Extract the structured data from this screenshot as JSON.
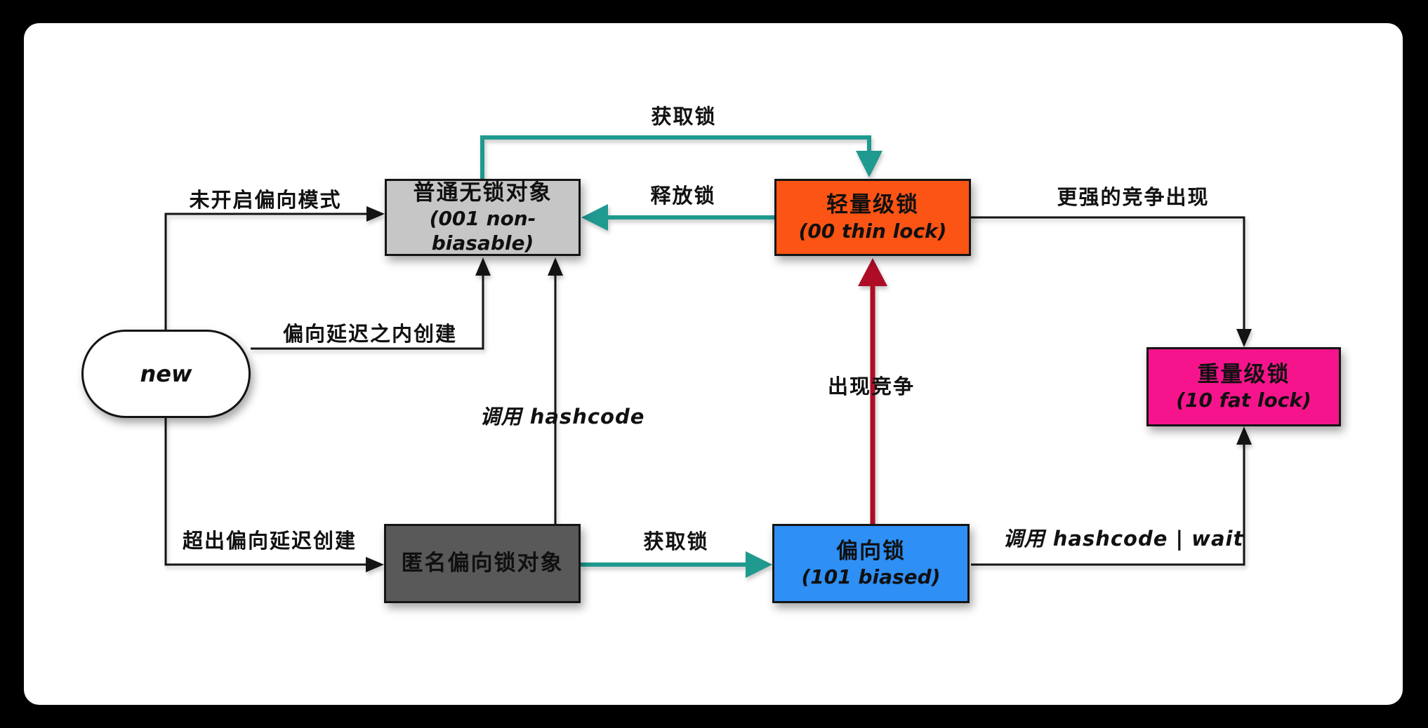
{
  "colors": {
    "paper": "#ffffff",
    "frame": "#000000",
    "line": "#141414",
    "teal": "#20998f",
    "red": "#ae0d27",
    "orange": "#fc5414",
    "blue": "#2e8ff5",
    "pink": "#f6148c",
    "gray": "#c6c6c6",
    "darkgray": "#595959"
  },
  "nodes": {
    "new": {
      "label": "new"
    },
    "no_lock": {
      "title": "普通无锁对象",
      "subtitle": "(001 non-biasable)"
    },
    "thin_lock": {
      "title": "轻量级锁",
      "subtitle": "(00 thin lock)"
    },
    "anon_biased": {
      "title": "匿名偏向锁对象"
    },
    "biased": {
      "title": "偏向锁",
      "subtitle": "(101 biased)"
    },
    "fat_lock": {
      "title": "重量级锁",
      "subtitle": "(10 fat lock)"
    }
  },
  "edge_labels": {
    "no_bias_mode": "未开启偏向模式",
    "within_bias_delay": "偏向延迟之内创建",
    "beyond_bias_delay": "超出偏向延迟创建",
    "call_hashcode": "调用 hashcode",
    "acquire_top": "获取锁",
    "release": "释放锁",
    "acquire_bottom": "获取锁",
    "contention": "出现竞争",
    "stronger_contention": "更强的竞争出现",
    "hashcode_or_wait": "调用 hashcode | wait"
  }
}
